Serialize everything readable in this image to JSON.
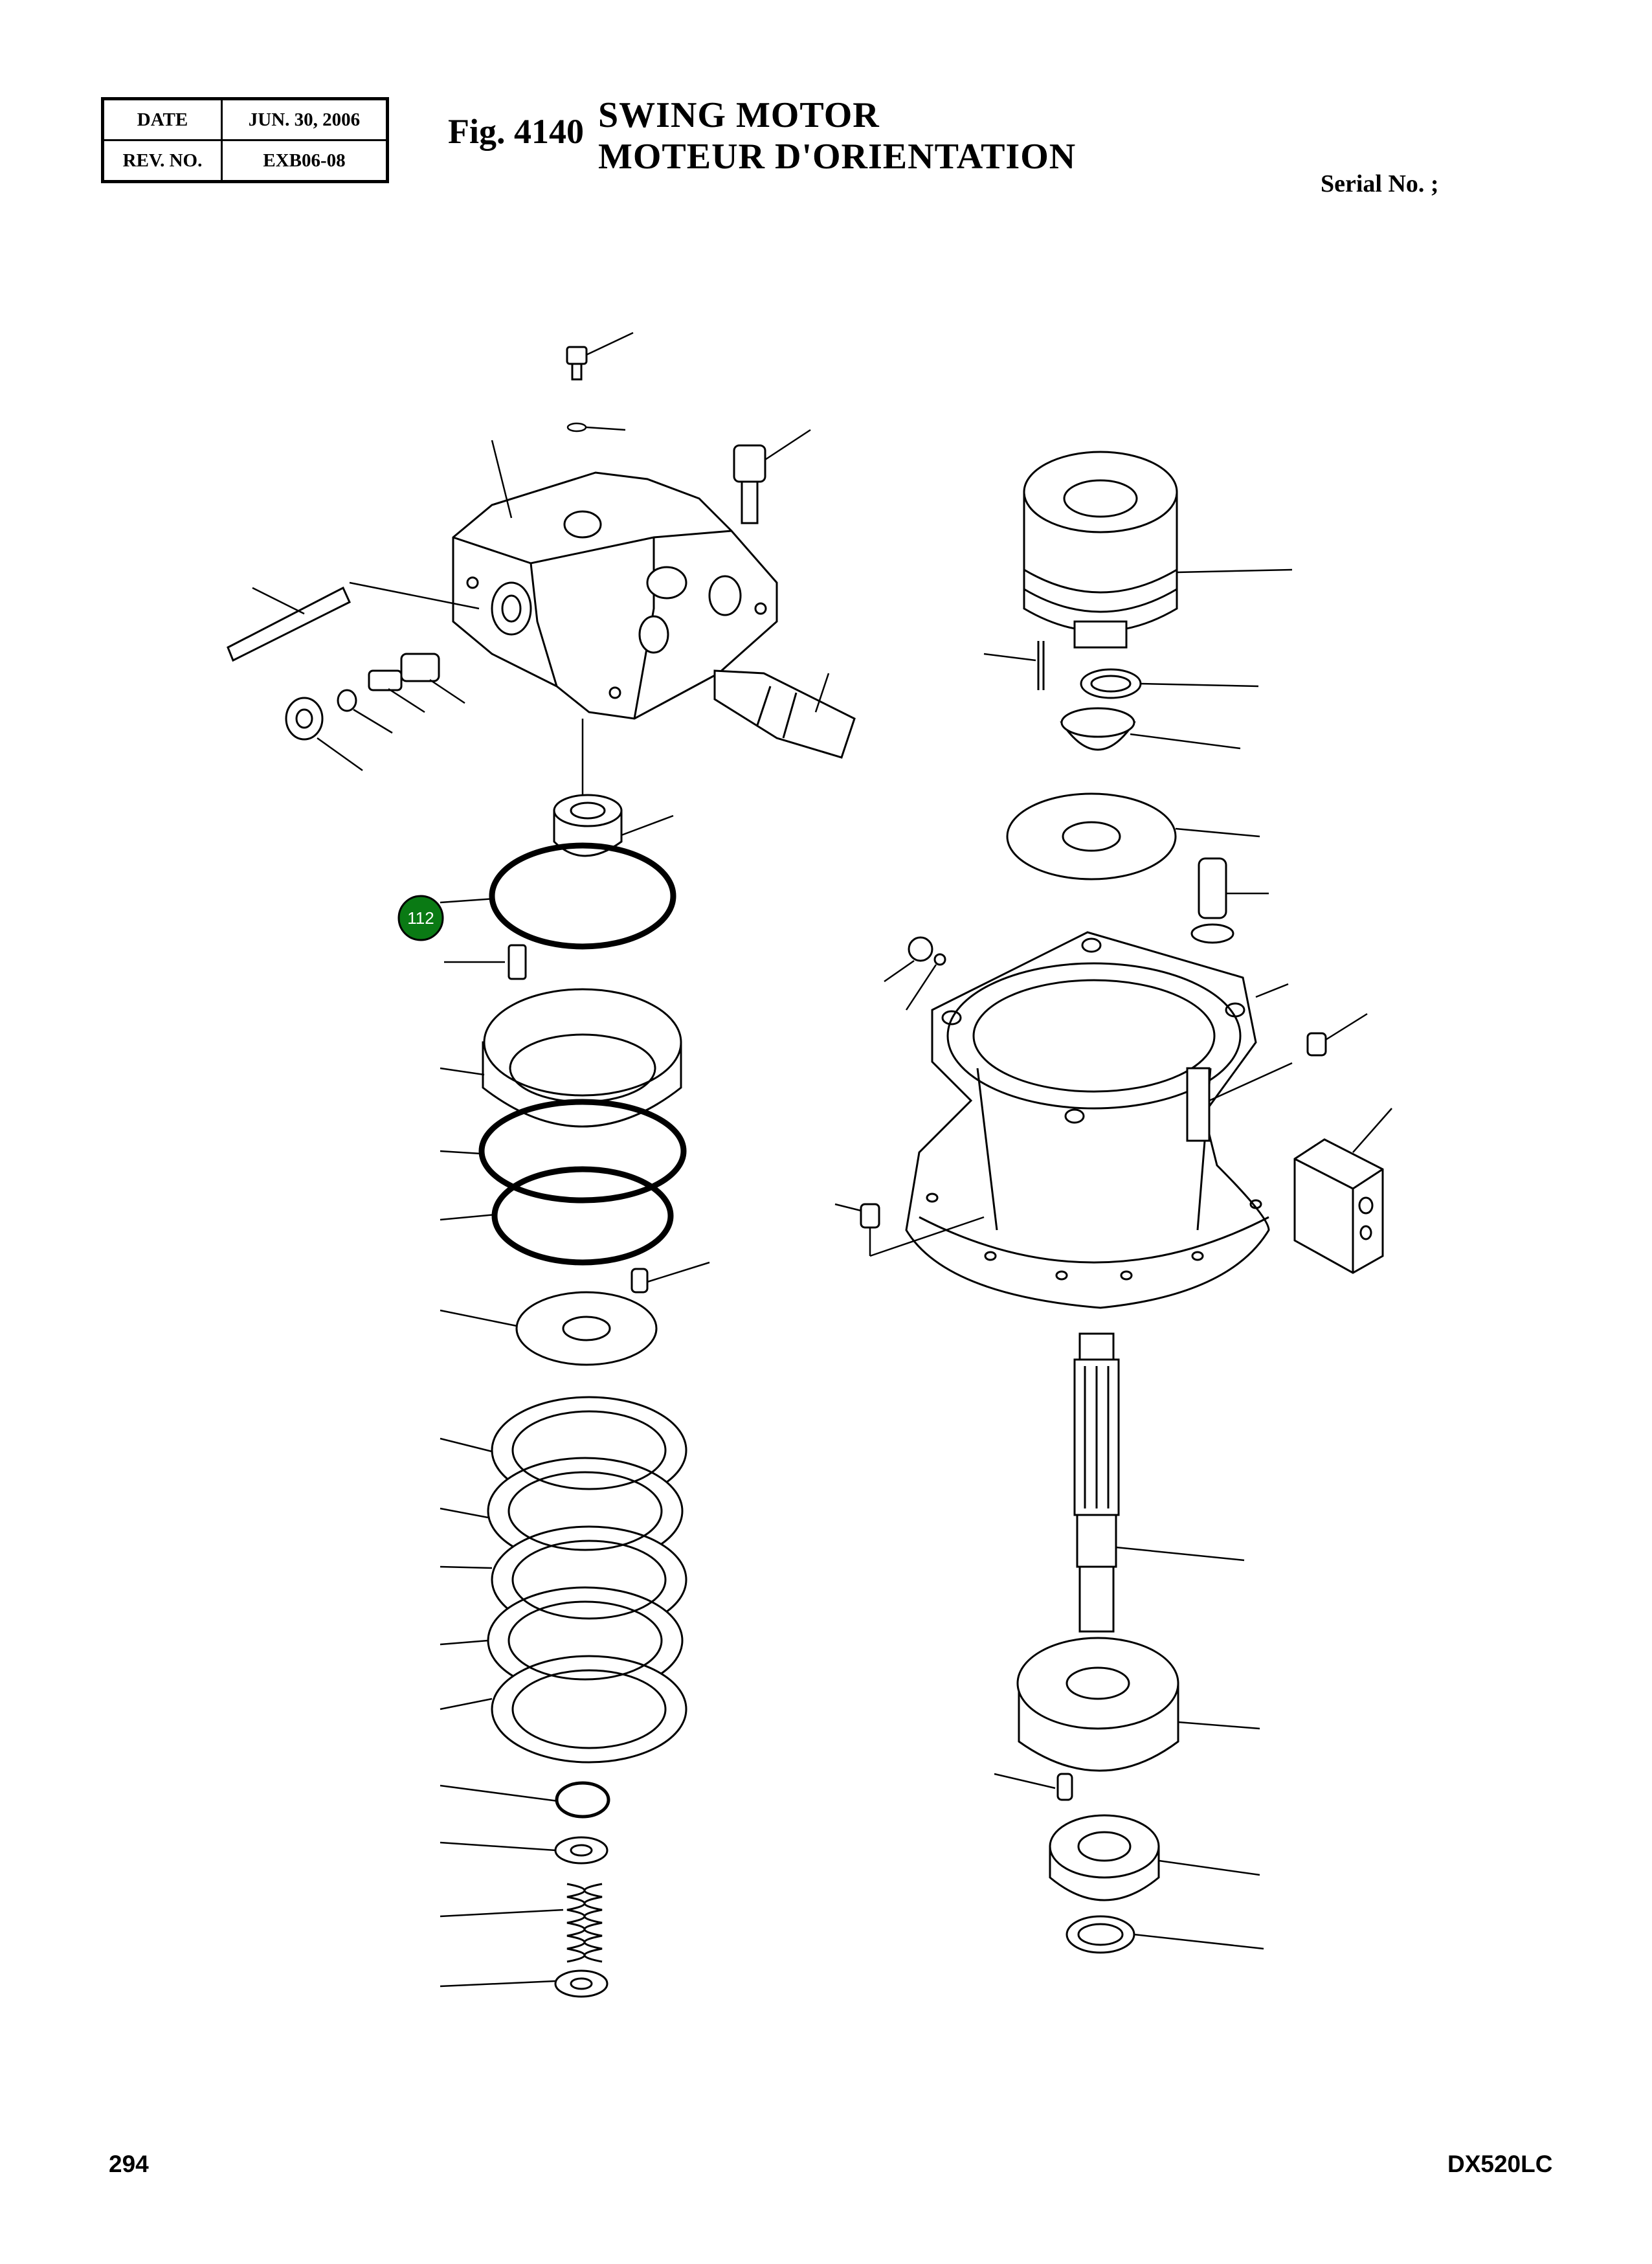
{
  "header": {
    "date_label": "DATE",
    "date_value": "JUN. 30, 2006",
    "rev_label": "REV. NO.",
    "rev_value": "EXB06-08"
  },
  "figure": {
    "label": "Fig. 4140",
    "title_en": "SWING  MOTOR",
    "title_fr": "MOTEUR  D'ORIENTATION"
  },
  "serial": "Serial No. ;",
  "callouts": [
    {
      "id": "112",
      "color": "#0a7a14"
    }
  ],
  "footer": {
    "page_number": "294",
    "model": "DX520LC"
  },
  "colors": {
    "line": "#000000",
    "callout_fill": "#0a7a14"
  }
}
